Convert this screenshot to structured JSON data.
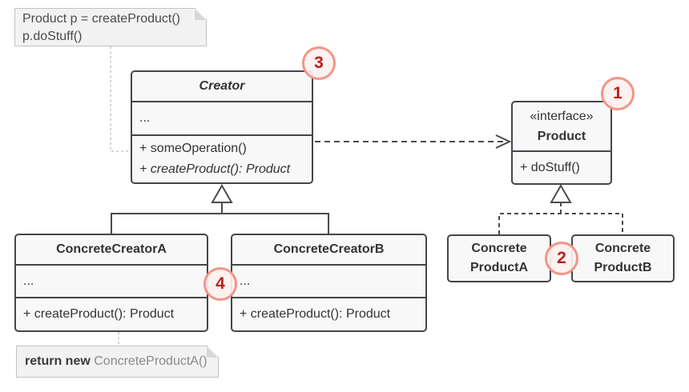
{
  "notes": {
    "client": {
      "lines": [
        "Product p = createProduct()",
        "p.doStuff()"
      ]
    },
    "return_note": {
      "keyword": "return new ",
      "code": "ConcreteProductA()"
    }
  },
  "classes": {
    "creator": {
      "title": "Creator",
      "attributes": "...",
      "operations": [
        "+ someOperation()",
        "+ createProduct(): Product"
      ]
    },
    "product": {
      "stereotype": "«interface»",
      "title": "Product",
      "operations": [
        "+ doStuff()"
      ]
    },
    "concrete_creator_a": {
      "title": "ConcreteCreatorA",
      "attributes": "...",
      "operations": [
        "+ createProduct(): Product"
      ]
    },
    "concrete_creator_b": {
      "title": "ConcreteCreatorB",
      "attributes": "...",
      "operations": [
        "+ createProduct(): Product"
      ]
    },
    "concrete_product_a": {
      "name_lines": [
        "Concrete",
        "ProductA"
      ]
    },
    "concrete_product_b": {
      "name_lines": [
        "Concrete",
        "ProductB"
      ]
    }
  },
  "badges": {
    "one": "1",
    "two": "2",
    "three": "3",
    "four": "4"
  },
  "colors": {
    "box_fill": "#f8f8f8",
    "box_border": "#45454c",
    "box_text": "#333336",
    "note_fill": "#f2f2f2",
    "note_border": "#c2c2c2",
    "note_connector": "#c9c9c9",
    "relation_line": "#4a4a50",
    "badge_border": "#f39488",
    "badge_fill": "#fdf1ee",
    "badge_text": "#b3241c",
    "muted_code_text": "#8a8a8a"
  }
}
